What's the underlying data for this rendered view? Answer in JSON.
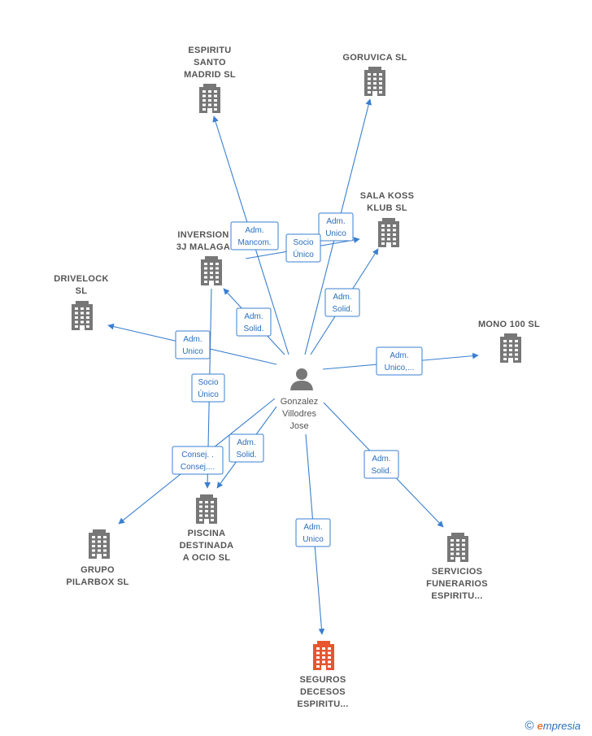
{
  "center": {
    "name_lines": [
      "Gonzalez",
      "Villodres",
      "Jose"
    ],
    "icon": "person-icon"
  },
  "companies": [
    {
      "id": "espiritu-santo-madrid",
      "label_lines": [
        "ESPIRITU",
        "SANTO",
        "MADRID  SL"
      ],
      "icon": "building-icon",
      "color": "#777777"
    },
    {
      "id": "goruvica",
      "label_lines": [
        "GORUVICA  SL"
      ],
      "icon": "building-icon",
      "color": "#777777"
    },
    {
      "id": "sala-koss",
      "label_lines": [
        "SALA KOSS",
        "KLUB  SL"
      ],
      "icon": "building-icon",
      "color": "#777777"
    },
    {
      "id": "inversion-3j",
      "label_lines": [
        "INVERSION",
        "3J MALAGA"
      ],
      "icon": "building-icon",
      "color": "#777777"
    },
    {
      "id": "drivelock",
      "label_lines": [
        "DRIVELOCK",
        "SL"
      ],
      "icon": "building-icon",
      "color": "#777777"
    },
    {
      "id": "mono-100",
      "label_lines": [
        "MONO 100  SL"
      ],
      "icon": "building-icon",
      "color": "#777777"
    },
    {
      "id": "grupo-pilarbox",
      "label_lines": [
        "GRUPO",
        "PILARBOX  SL"
      ],
      "icon": "building-icon",
      "color": "#777777"
    },
    {
      "id": "piscina",
      "label_lines": [
        "PISCINA",
        "DESTINADA",
        "A OCIO  SL"
      ],
      "icon": "building-icon",
      "color": "#777777"
    },
    {
      "id": "servicios-funerarios",
      "label_lines": [
        "SERVICIOS",
        "FUNERARIOS",
        "ESPIRITU..."
      ],
      "icon": "building-icon",
      "color": "#777777"
    },
    {
      "id": "seguros-decesos",
      "label_lines": [
        "SEGUROS",
        "DECESOS",
        "ESPIRITU..."
      ],
      "icon": "building-icon",
      "color": "#e8552f",
      "highlight": true
    }
  ],
  "relations": [
    {
      "target": "espiritu-santo-madrid",
      "label_lines": [
        "Adm.",
        "Mancom."
      ]
    },
    {
      "target": "goruvica",
      "label_lines": [
        "Adm.",
        "Unico"
      ]
    },
    {
      "target": "sala-koss",
      "label_lines": [
        "Socio",
        "Único"
      ]
    },
    {
      "target": "sala-koss",
      "label_lines": [
        "Adm.",
        "Solid."
      ]
    },
    {
      "target": "inversion-3j",
      "label_lines": [
        "Adm.",
        "Solid."
      ]
    },
    {
      "target": "drivelock",
      "label_lines": [
        "Adm.",
        "Unico"
      ]
    },
    {
      "target": "mono-100",
      "label_lines": [
        "Adm.",
        "Unico,..."
      ]
    },
    {
      "target": "piscina",
      "label_lines": [
        "Socio",
        "Único"
      ]
    },
    {
      "target": "piscina",
      "label_lines": [
        "Adm.",
        "Solid."
      ]
    },
    {
      "target": "grupo-pilarbox",
      "label_lines": [
        "Consej. .",
        "Consej...."
      ]
    },
    {
      "target": "servicios-funerarios",
      "label_lines": [
        "Adm.",
        "Solid."
      ]
    },
    {
      "target": "seguros-decesos",
      "label_lines": [
        "Adm.",
        "Unico"
      ]
    }
  ],
  "footer": {
    "copyright_symbol": "©",
    "brand_first": "e",
    "brand_rest": "mpresia"
  }
}
